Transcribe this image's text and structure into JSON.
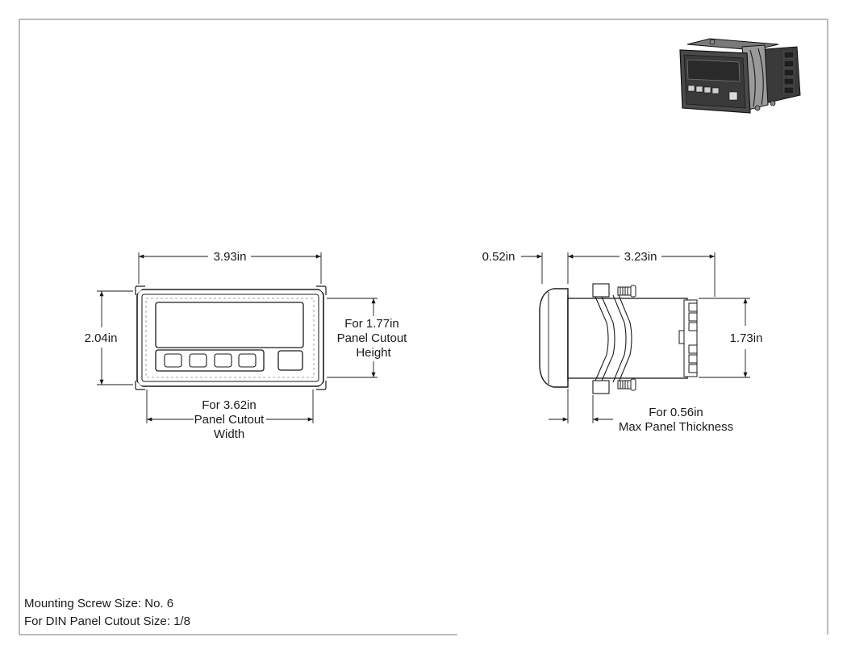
{
  "front_view": {
    "overall_width": "3.93in",
    "overall_height": "2.04in",
    "cutout_height_line1": "For 1.77in",
    "cutout_height_line2": "Panel Cutout",
    "cutout_height_line3": "Height",
    "cutout_width_line1": "For 3.62in",
    "cutout_width_line2": "Panel Cutout",
    "cutout_width_line3": "Width"
  },
  "side_view": {
    "bezel_depth": "0.52in",
    "body_depth": "3.23in",
    "body_height": "1.73in",
    "panel_thickness_line1": "For 0.56in",
    "panel_thickness_line2": "Max Panel Thickness"
  },
  "notes": {
    "mounting_screw": "Mounting Screw Size: No. 6",
    "din_cutout": "For DIN Panel Cutout Size: 1/8"
  },
  "colors": {
    "line": "#1a1a1a",
    "frame": "#6e6e6e",
    "device_body": "#4a4a4a",
    "device_face": "#2f2f2f"
  },
  "icons": {
    "iso_view": "meter-isometric-icon"
  }
}
